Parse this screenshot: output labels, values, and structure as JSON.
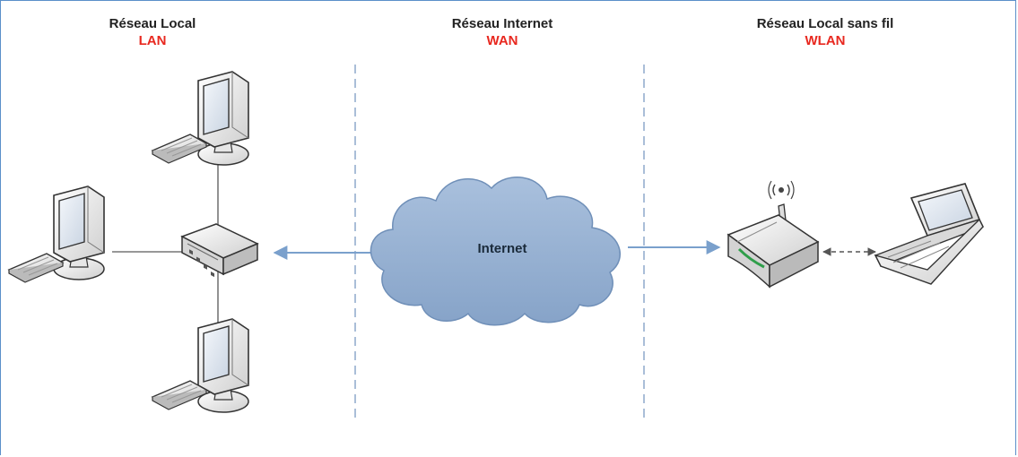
{
  "sections": {
    "lan": {
      "title": "Réseau Local",
      "abbr": "LAN"
    },
    "wan": {
      "title": "Réseau Internet",
      "abbr": "WAN"
    },
    "wlan": {
      "title": "Réseau Local sans fil",
      "abbr": "WLAN"
    }
  },
  "cloud": {
    "label": "Internet"
  },
  "colors": {
    "abbr": "#e8281f",
    "cloud_fill": "#8fabcf",
    "cloud_stroke": "#6f8fb8",
    "arrow": "#7aa0cc",
    "divider": "#8ea9cc",
    "border": "#5b8fc9"
  },
  "icons": [
    "desktop-computer-icon",
    "keyboard-icon",
    "network-switch-icon",
    "wireless-router-icon",
    "laptop-icon",
    "cloud-icon"
  ]
}
